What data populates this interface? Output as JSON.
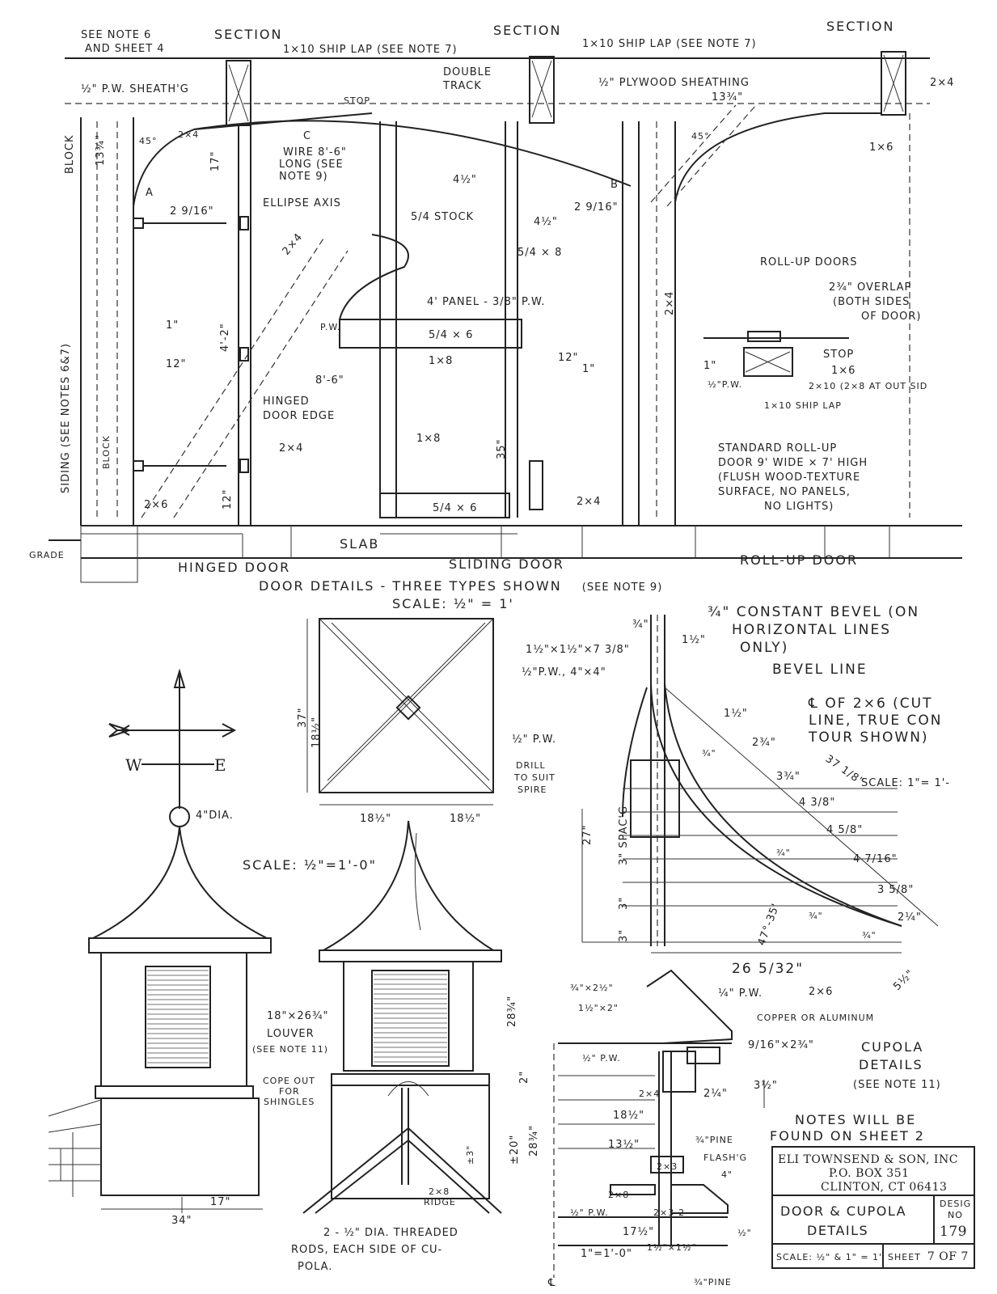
{
  "sections": {
    "left": "SECTION",
    "middle": "SECTION",
    "right": "SECTION"
  },
  "door_labels": [
    "SEE NOTE 6",
    "AND SHEET 4",
    "1×10 SHIP LAP (SEE NOTE 7)",
    "1×10 SHIP LAP (SEE NOTE 7)",
    "½\" P.W. SHEATH'G",
    "½\" PLYWOOD SHEATHING",
    "DOUBLE",
    "TRACK",
    "STOP",
    "BLOCK",
    "13¾\"",
    "13¾\"",
    "45°",
    "45°",
    "2×4",
    "2×4",
    "17\"",
    "C",
    "WIRE 8'-6\"",
    "LONG (SEE",
    "NOTE 9)",
    "4½\"",
    "4½\"",
    "B",
    "A",
    "2 9/16\"",
    "2 9/16\"",
    "ELLIPSE AXIS",
    "5/4 STOCK",
    "1×6",
    "5/4 × 8",
    "ROLL-UP DOORS",
    "2¾\" OVERLAP",
    "(BOTH SIDES",
    "OF DOOR)",
    "4' PANEL - 3/8\" P.W.",
    "5/4 × 6",
    "P.W.",
    "1×8",
    "1×8",
    "1\"",
    "1\"",
    "1\"",
    "12\"",
    "12\"",
    "12\"",
    "4'-2\"",
    "8'-6\"",
    "HINGED",
    "DOOR EDGE",
    "STOP",
    "1×6",
    "½\"P.W.",
    "2×10 (2×8 AT OUT SID",
    "1×10 SHIP LAP",
    "STANDARD ROLL-UP",
    "DOOR 9' WIDE × 7' HIGH",
    "(FLUSH WOOD-TEXTURE",
    "SURFACE, NO PANELS,",
    "NO LIGHTS)",
    "35\"",
    "2×4",
    "2×4",
    "2×4",
    "2×4",
    "2×6",
    "5/4 × 6",
    "SIDING (SEE NOTES 6&7)",
    "BLOCK",
    "GRADE",
    "SLAB",
    "HINGED DOOR",
    "SLIDING DOOR",
    "ROLL-UP DOOR"
  ],
  "door_caption": "DOOR DETAILS - THREE TYPES SHOWN",
  "door_caption_note": "(SEE NOTE 9)",
  "door_scale": "SCALE: ½\" = 1'",
  "cupola_labels": [
    "4\"DIA.",
    "SCALE: ½\"=1'-0\"",
    "37\"",
    "18½\"",
    "18½\"",
    "18½\"",
    "1½\"×1½\"×7 3/8\"",
    "½\"P.W., 4\"×4\"",
    "½\" P.W.",
    "DRILL",
    "TO SUIT",
    "SPIRE",
    "¾\"",
    "¾\" CONSTANT BEVEL (ON",
    "HORIZONTAL LINES",
    "ONLY)",
    "BEVEL LINE",
    "1½\"",
    "1½\"",
    "℄ OF 2×6 (CUT",
    "LINE, TRUE CON",
    "TOUR SHOWN)",
    "2¾\"",
    "¾\"",
    "37 1/8\"",
    "3¾\"",
    "SCALE: 1\"= 1'-",
    "4 3/8\"",
    "4 5/8\"",
    "¾\"",
    "4 7/16\"",
    "3 5/8\"",
    "¾\"",
    "2¼\"",
    "¾\"",
    "47°-35'",
    "27\"",
    "3\" SPAC'G",
    "3\"",
    "3\"",
    "26 5/32\"",
    "2×6",
    "5½\"",
    "18\"×26¾\"",
    "LOUVER",
    "(SEE NOTE 11)",
    "28¾\"",
    "COPE OUT",
    "FOR",
    "SHINGLES",
    "2\"",
    "±20\"",
    "28¾\"",
    "±3\"",
    "2×8",
    "RIDGE",
    "2 - ½\" DIA. THREADED",
    "RODS, EACH SIDE OF CU-",
    "POLA.",
    "17\"",
    "34\"",
    "¾\"×2½\"",
    "1½\"×2\"",
    "¼\" P.W.",
    "COPPER OR ALUMINUM",
    "9/16\"×2¾\"",
    "½\" P.W.",
    "3½\"",
    "2×4",
    "2¼\"",
    "18½\"",
    "13½\"",
    "¾\"PINE",
    "FLASH'G",
    "4\"",
    "2×3",
    "2×8",
    "½\" P.W.",
    "2×3-2",
    "17½\"",
    "1\"=1'-0\"",
    "1½\"×1½\"",
    "½\"",
    "¾\"PINE",
    "℄"
  ],
  "vane": {
    "w": "W",
    "e": "E"
  },
  "cupola_details": {
    "title": "CUPOLA",
    "title2": "DETAILS",
    "note": "(SEE NOTE 11)"
  },
  "notes": {
    "line1": "NOTES WILL BE",
    "line2": "FOUND ON SHEET 2"
  },
  "title_block": {
    "company": "ELI TOWNSEND & SON, INC",
    "address": "P.O. BOX 351",
    "city": "CLINTON, CT 06413",
    "drawing_title_1": "DOOR & CUPOLA",
    "drawing_title_2": "DETAILS",
    "design_no_label_1": "DESIG",
    "design_no_label_2": "NO",
    "design_no": "179",
    "scale_label": "SCALE: ½\" & 1\" = 1'",
    "sheet_label": "SHEET",
    "sheet_value": "7 OF 7"
  }
}
